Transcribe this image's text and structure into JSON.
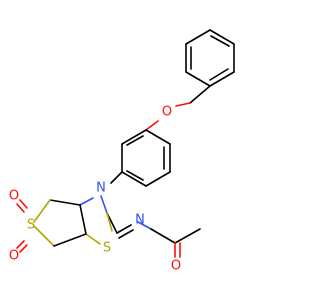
{
  "molecule": {
    "atoms": {
      "ether_oxygen": "O",
      "ring_nitrogen": "N",
      "imine_nitrogen": "N",
      "sulfone_sulfur": "S",
      "sulfone_oxygen_top": "O",
      "sulfone_oxygen_bottom": "O",
      "thiazole_sulfur": "S",
      "carbonyl_oxygen": "O"
    },
    "colors": {
      "carbon_bond": "#000000",
      "oxygen": "#ff0d0d",
      "nitrogen": "#3050f8",
      "sulfur": "#b2a600"
    }
  }
}
